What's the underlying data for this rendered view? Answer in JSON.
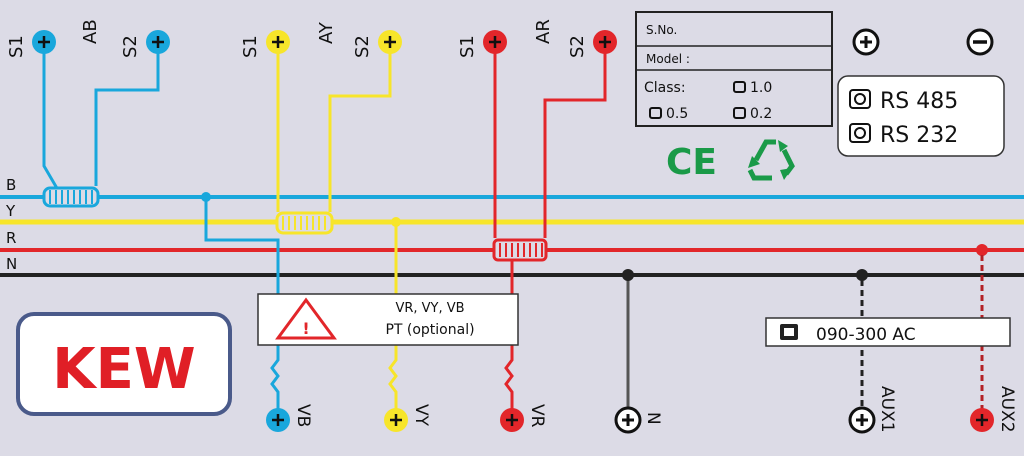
{
  "colors": {
    "background": "#dcdbe6",
    "blue": "#19a7dc",
    "yellow": "#f7e52a",
    "red": "#e2262a",
    "black": "#222222",
    "ce_green": "#1a9a48",
    "logo_red": "#e01f26",
    "logo_border": "#4a5a8a"
  },
  "ct_terminals": {
    "blue": {
      "s1": "S1",
      "phase": "AB",
      "s2": "S2"
    },
    "yellow": {
      "s1": "S1",
      "phase": "AY",
      "s2": "S2"
    },
    "red": {
      "s1": "S1",
      "phase": "AR",
      "s2": "S2"
    }
  },
  "info_box": {
    "sno": "S.No.",
    "model": "Model :",
    "class_label": "Class:",
    "class_10": "1.0",
    "class_05": "0.5",
    "class_02": "0.2"
  },
  "power_symbols": {
    "plus": "+",
    "minus": "−"
  },
  "comm": {
    "rs485": "RS 485",
    "rs232": "RS 232"
  },
  "certification": {
    "ce": "CE"
  },
  "lines": {
    "b": "B",
    "y": "Y",
    "r": "R",
    "n": "N"
  },
  "pt_box": {
    "voltages": "VR, VY, VB",
    "label": "PT (optional)"
  },
  "aux_supply": {
    "label": "090-300 AC"
  },
  "logo": {
    "text": "KEW"
  },
  "bottom_terminals": {
    "vb": "VB",
    "vy": "VY",
    "vr": "VR",
    "n": "N",
    "aux1": "AUX1",
    "aux2": "AUX2"
  }
}
